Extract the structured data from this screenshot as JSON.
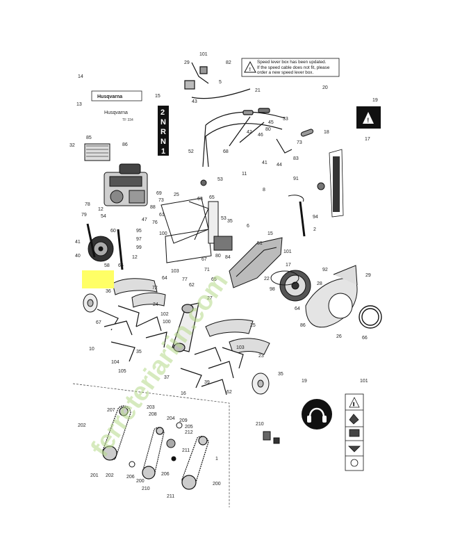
{
  "warning": {
    "lines": [
      "Speed lever box has been updated.",
      "If the speed cable does not fit, please",
      "order a new speed lever box."
    ]
  },
  "brand": {
    "decal_large": "Husqvarna",
    "decal_small": "Husqvarna",
    "decal_small_sub": "TF 334"
  },
  "gear_decal": [
    "2",
    "N",
    "R",
    "N",
    "1"
  ],
  "watermark": "ferreteriariin.com",
  "callouts": [
    "14",
    "13",
    "15",
    "29",
    "101",
    "82",
    "5",
    "43",
    "21",
    "45",
    "20",
    "19",
    "18",
    "17",
    "32",
    "85",
    "86",
    "52",
    "68",
    "11",
    "33",
    "42",
    "46",
    "80",
    "73",
    "41",
    "44",
    "83",
    "25",
    "53",
    "8",
    "91",
    "69",
    "78",
    "12",
    "54",
    "79",
    "73",
    "88",
    "63",
    "65",
    "61",
    "76",
    "47",
    "53",
    "35",
    "100",
    "60",
    "41",
    "40",
    "95",
    "97",
    "99",
    "12",
    "58",
    "66",
    "80",
    "84",
    "6",
    "101",
    "15",
    "51",
    "67",
    "71",
    "103",
    "77",
    "72",
    "64",
    "102",
    "100",
    "27",
    "17",
    "2",
    "94",
    "65",
    "62",
    "28",
    "64",
    "92",
    "22",
    "98",
    "29",
    "36",
    "67",
    "10",
    "24",
    "86",
    "26",
    "66",
    "104",
    "105",
    "37",
    "35",
    "39",
    "35",
    "62",
    "16",
    "19",
    "101",
    "25",
    "23",
    "103",
    "210",
    "207",
    "203",
    "204",
    "208",
    "209",
    "205",
    "212",
    "202",
    "206",
    "211",
    "200",
    "201",
    "202",
    "206",
    "200",
    "210",
    "211",
    "1"
  ]
}
